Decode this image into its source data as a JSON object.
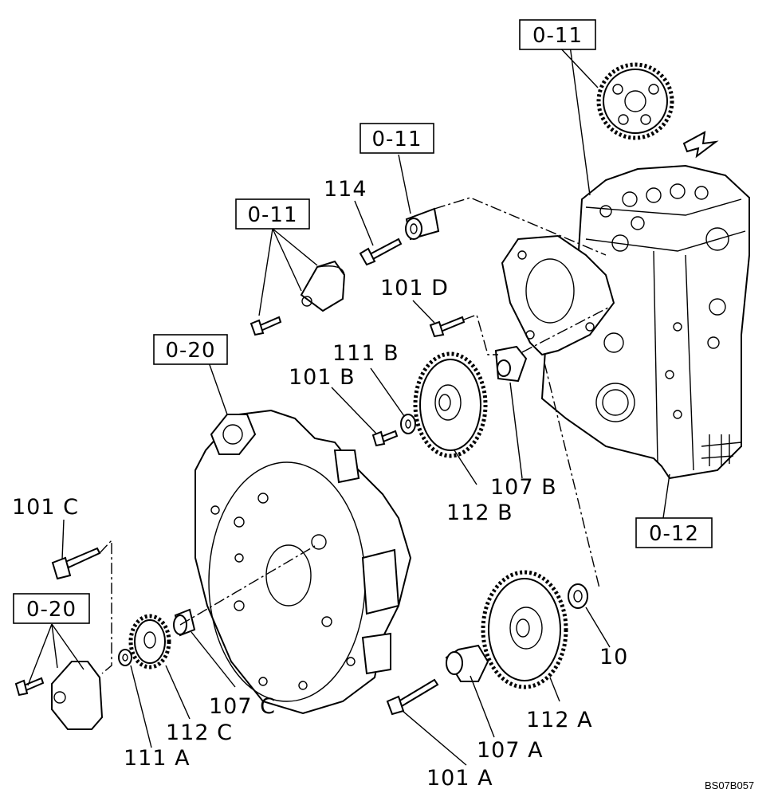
{
  "refs": {
    "r1": "0-11",
    "r2": "0-11",
    "r3": "0-11",
    "r4": "0-20",
    "r5": "0-20",
    "r6": "0-12"
  },
  "labels": {
    "p114": "114",
    "p101d": "101 D",
    "p111b": "111 B",
    "p101b": "101 B",
    "p107b": "107 B",
    "p112b": "112 B",
    "p101c": "101 C",
    "p10": "10",
    "p107c": "107 C",
    "p112c": "112 C",
    "p111a": "111 A",
    "p112a": "112 A",
    "p107a": "107 A",
    "p101a": "101 A"
  },
  "drawing_code": "BS07B057",
  "icons": {
    "direction": "front-direction-arrow-icon"
  }
}
